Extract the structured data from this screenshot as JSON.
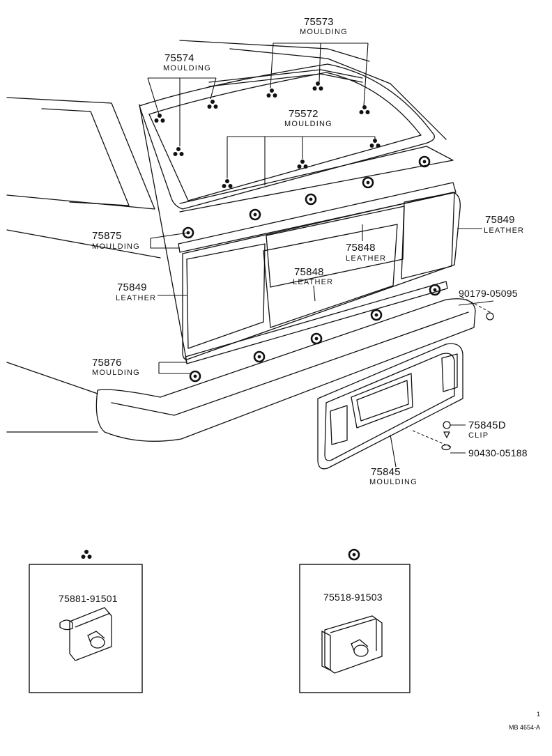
{
  "colors": {
    "ink": "#111111",
    "paper": "#ffffff"
  },
  "symbols": {
    "triple_dot": "triple-dot-clip-icon",
    "ring_dot": "ring-clip-icon"
  },
  "callouts": {
    "m75573": {
      "number": "75573",
      "name": "MOULDING"
    },
    "m75574": {
      "number": "75574",
      "name": "MOULDING"
    },
    "m75572": {
      "number": "75572",
      "name": "MOULDING"
    },
    "m75875": {
      "number": "75875",
      "name": "MOULDING"
    },
    "m75848a": {
      "number": "75848",
      "name": "LEATHER"
    },
    "m75848b": {
      "number": "75848",
      "name": "LEATHER"
    },
    "m75849l": {
      "number": "75849",
      "name": "LEATHER"
    },
    "m75849r": {
      "number": "75849",
      "name": "LEATHER"
    },
    "p90179": {
      "number": "90179-05095"
    },
    "m75876": {
      "number": "75876",
      "name": "MOULDING"
    },
    "m75845d": {
      "number": "75845D",
      "name": "CLIP"
    },
    "p90430": {
      "number": "90430-05188"
    },
    "m75845": {
      "number": "75845",
      "name": "MOULDING"
    }
  },
  "detail_boxes": {
    "left": {
      "part_number": "75881-91501"
    },
    "right": {
      "part_number": "75518-91503"
    }
  },
  "footer": {
    "page_ref": "1",
    "drawing_code": "MB 4654-A"
  }
}
